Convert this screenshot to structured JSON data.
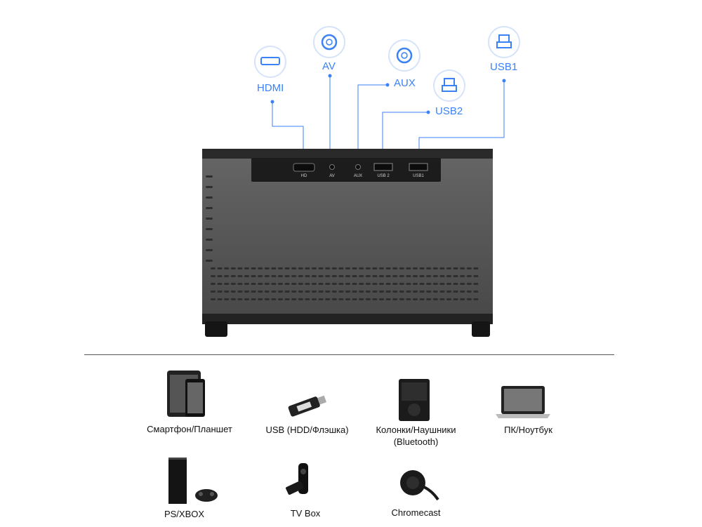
{
  "ports": {
    "hdmi": "HDMI",
    "av": "AV",
    "aux": "AUX",
    "usb2": "USB2",
    "usb1": "USB1"
  },
  "panel_labels": {
    "hd": "HD",
    "av": "AV",
    "aux": "AUX",
    "usb2": "USB 2",
    "usb1": "USB1"
  },
  "devices": {
    "phone": "Смартфон/Планшет",
    "usb": "USB (HDD/Флэшка)",
    "speaker_line1": "Колонки/Наушники",
    "speaker_line2": "(Bluetooth)",
    "laptop": "ПК/Ноутбук",
    "ps": "PS/XBOX",
    "tvbox": "TV Box",
    "chromecast": "Chromecast"
  },
  "colors": {
    "accent": "#3b82f6",
    "body": "#5a5a5a",
    "panel": "#1c1c1c"
  }
}
